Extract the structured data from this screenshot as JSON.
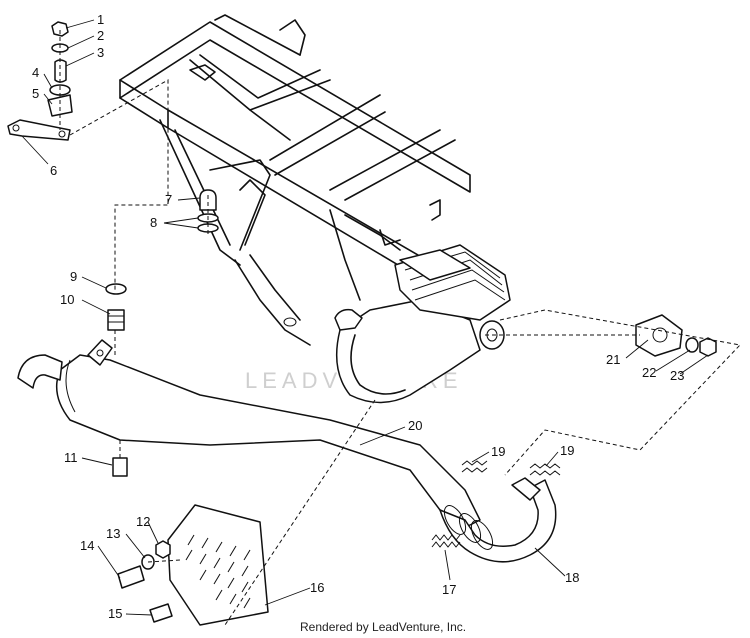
{
  "watermark": "LEADVENTURE",
  "caption": "Rendered by LeadVenture, Inc.",
  "callouts": [
    "1",
    "2",
    "3",
    "4",
    "5",
    "6",
    "7",
    "8",
    "9",
    "10",
    "11",
    "12",
    "13",
    "14",
    "15",
    "16",
    "17",
    "18",
    "19",
    "19",
    "20",
    "21",
    "22",
    "23"
  ]
}
